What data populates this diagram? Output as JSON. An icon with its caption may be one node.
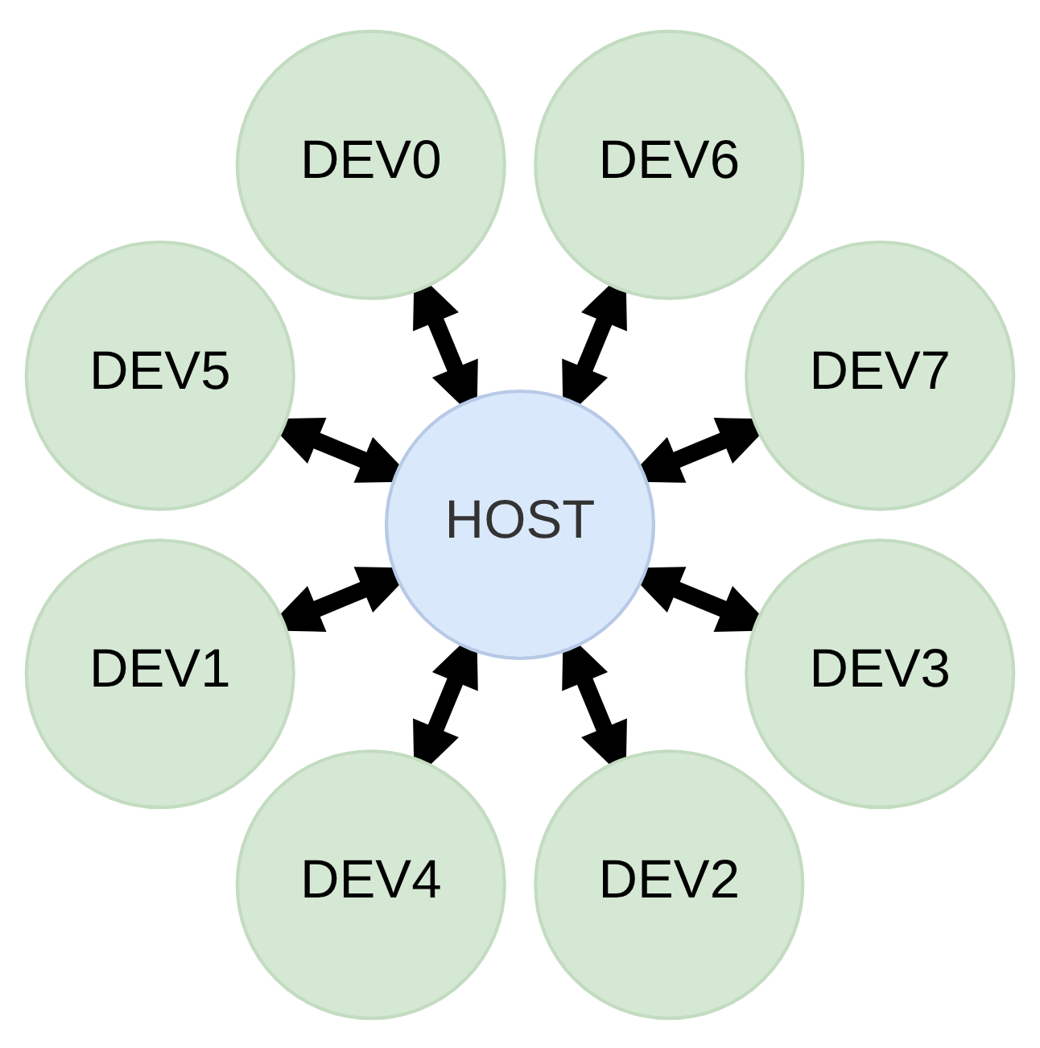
{
  "diagram": {
    "nodes": [
      {
        "text": [
          "DEV7"
        ]
      },
      {
        "text": [
          "DEV6"
        ]
      },
      {
        "text": [
          "DEV0"
        ]
      },
      {
        "text": [
          "DEV5"
        ]
      },
      {
        "text": [
          "HOST"
        ]
      },
      {
        "text": [
          "DEV1"
        ]
      },
      {
        "text": [
          "DEV4"
        ]
      },
      {
        "text": [
          "DEV2"
        ]
      },
      {
        "text": [
          "DEV3"
        ]
      }
    ],
    "edges": [
      {
        "from": 4,
        "to": 0,
        "arrow": "both"
      },
      {
        "from": 4,
        "to": 2,
        "arrow": "both"
      },
      {
        "from": 4,
        "to": 5,
        "arrow": "both"
      },
      {
        "from": 4,
        "to": 7,
        "arrow": "both"
      },
      {
        "from": 4,
        "to": 8,
        "arrow": "both"
      },
      {
        "from": 4,
        "to": 6,
        "arrow": "both"
      },
      {
        "from": 4,
        "to": 3,
        "arrow": "both"
      },
      {
        "from": 4,
        "to": 1,
        "arrow": "both"
      }
    ]
  }
}
